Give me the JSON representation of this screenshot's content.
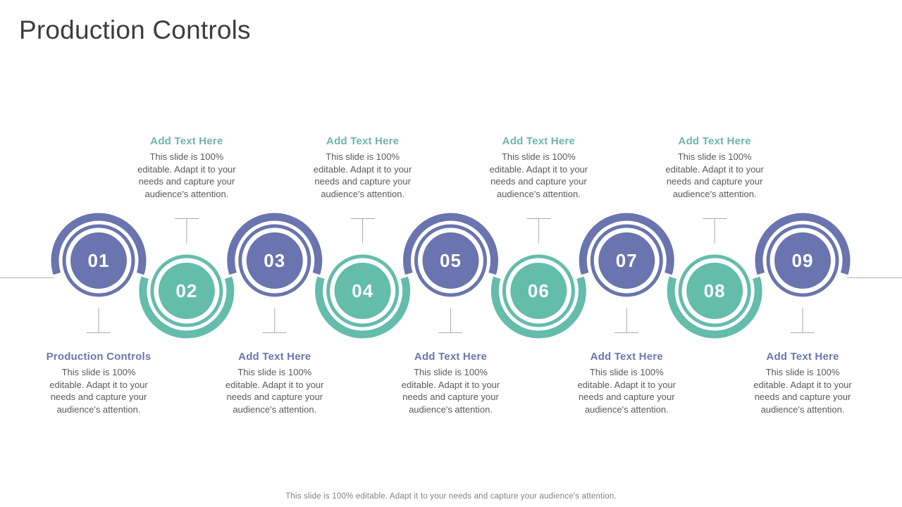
{
  "slide": {
    "title": "Production Controls",
    "footer": "This slide is 100% editable. Adapt it to your needs and capture your audience's attention."
  },
  "colors": {
    "purple": "#6a74ae",
    "teal": "#64bcab",
    "heading_purple": "#6b76ae",
    "heading_teal": "#6fb5a6",
    "body_gray": "#595959",
    "connector_gray": "#a9a9a9",
    "baseline_gray": "#b5b5b5",
    "number_white": "#ffffff"
  },
  "diagram": {
    "body_text": "This slide is 100%\neditable. Adapt it to your\nneeds and capture your\naudience's attention.",
    "steps": [
      {
        "number": "01",
        "color": "purple",
        "position": "bottom",
        "heading": "Production Controls"
      },
      {
        "number": "02",
        "color": "teal",
        "position": "top",
        "heading": "Add Text Here"
      },
      {
        "number": "03",
        "color": "purple",
        "position": "bottom",
        "heading": "Add Text Here"
      },
      {
        "number": "04",
        "color": "teal",
        "position": "top",
        "heading": "Add Text Here"
      },
      {
        "number": "05",
        "color": "purple",
        "position": "bottom",
        "heading": "Add Text Here"
      },
      {
        "number": "06",
        "color": "teal",
        "position": "top",
        "heading": "Add Text Here"
      },
      {
        "number": "07",
        "color": "purple",
        "position": "bottom",
        "heading": "Add Text Here"
      },
      {
        "number": "08",
        "color": "teal",
        "position": "top",
        "heading": "Add Text Here"
      },
      {
        "number": "09",
        "color": "purple",
        "position": "bottom",
        "heading": "Add Text Here"
      }
    ]
  }
}
